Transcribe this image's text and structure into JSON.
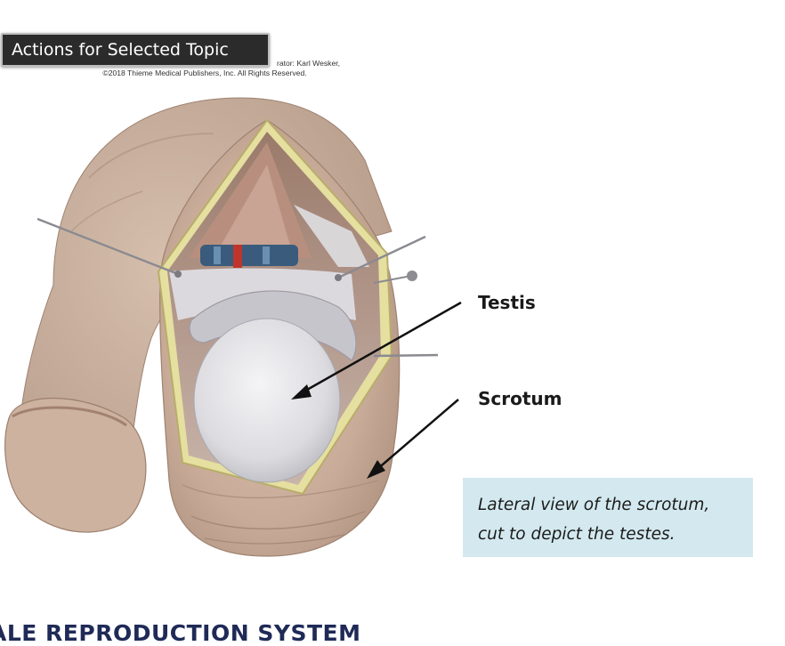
{
  "toolbar": {
    "actions_button_label": "Actions for Selected Topic"
  },
  "figure": {
    "credit_line1": "rator: Karl Wesker,",
    "credit_line2": "©2018 Thieme Medical Publishers, Inc. All Rights Reserved.",
    "labels": {
      "testis": "Testis",
      "scrotum": "Scrotum"
    },
    "caption_line1": "Lateral view of the scrotum,",
    "caption_line2": "cut to depict the testes.",
    "colors": {
      "skin": "#c9ad9b",
      "testis": "#e8e8ea",
      "caption_bg": "#d3e9ef"
    }
  },
  "page": {
    "section_title": "ALE REPRODUCTION SYSTEM"
  }
}
